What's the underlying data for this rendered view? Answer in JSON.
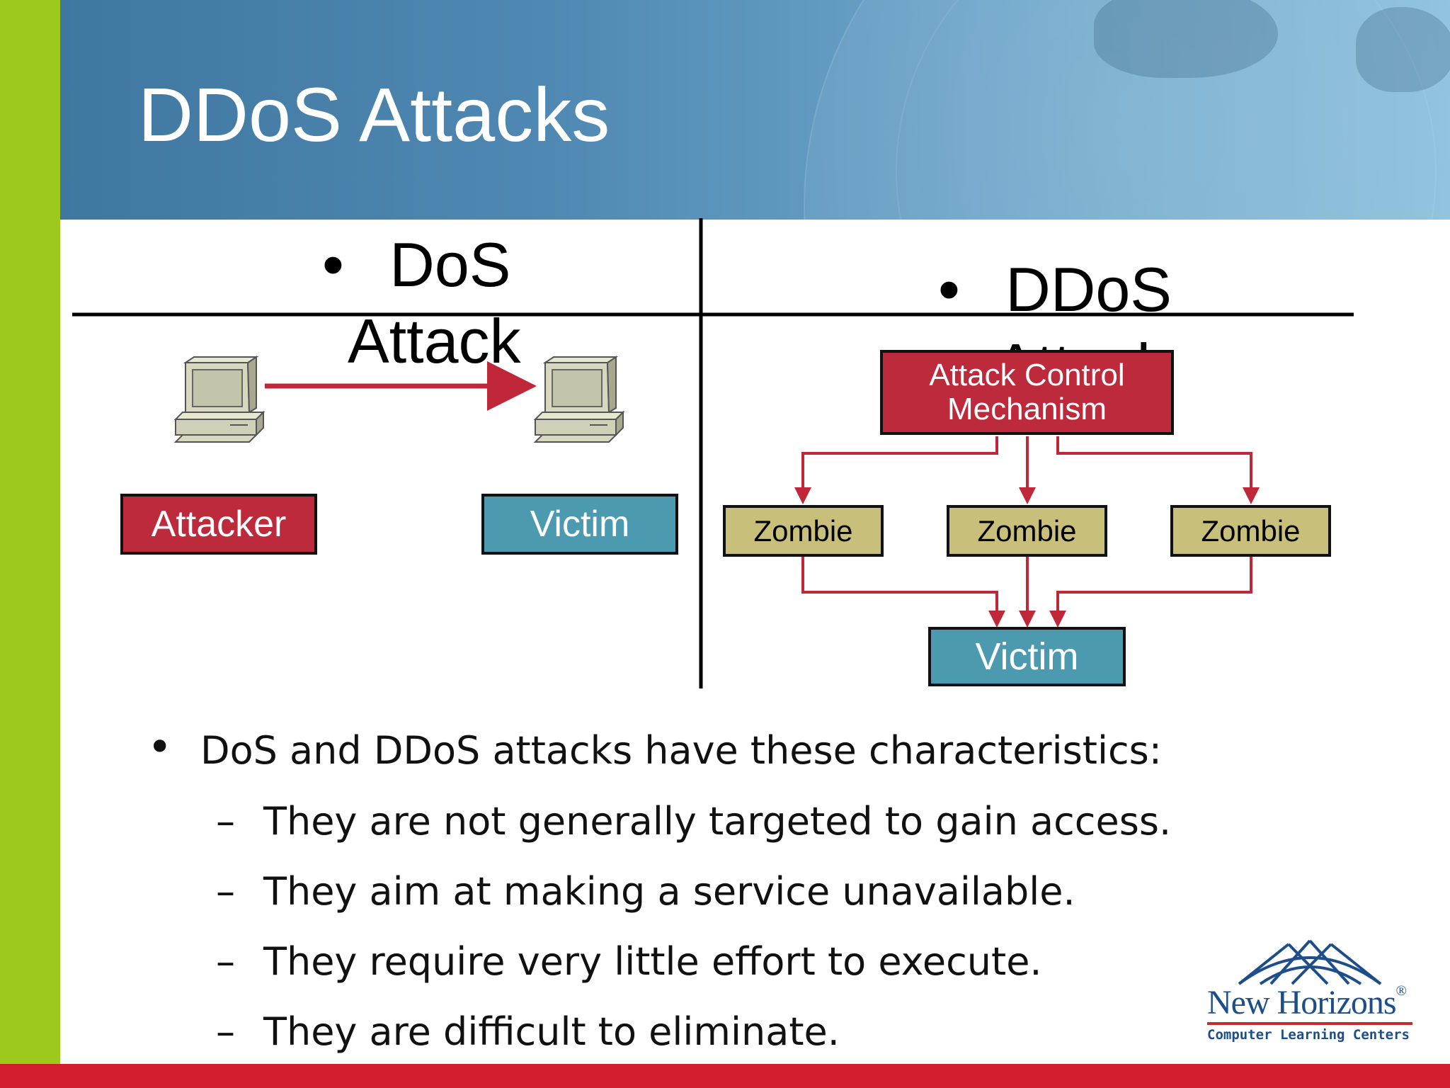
{
  "slide": {
    "title": "DDoS Attacks",
    "colors": {
      "header": "#4f88b2",
      "left_bar": "#9dc81c",
      "bottom_bar": "#d31d2f"
    }
  },
  "diagram": {
    "dos": {
      "bullet": "•",
      "heading_line1": "DoS",
      "heading_line2": "Attack",
      "attacker_label": "Attacker",
      "victim_label": "Victim"
    },
    "ddos": {
      "bullet": "•",
      "heading_line1": "DDoS",
      "heading_line2": "Attack",
      "control_line1": "Attack Control",
      "control_line2": "Mechanism",
      "zombies": [
        "Zombie",
        "Zombie",
        "Zombie"
      ],
      "victim_label": "Victim"
    }
  },
  "bullets": {
    "main_marker": "•",
    "main": "DoS and DDoS attacks have these characteristics:",
    "sub_marker": "–",
    "sub": [
      "They are not generally targeted to gain access.",
      "They aim at making a service unavailable.",
      "They require very little effort to execute.",
      "They are difficult to eliminate."
    ]
  },
  "logo": {
    "name": "New Horizons",
    "registered": "®",
    "tagline": "Computer Learning Centers"
  }
}
